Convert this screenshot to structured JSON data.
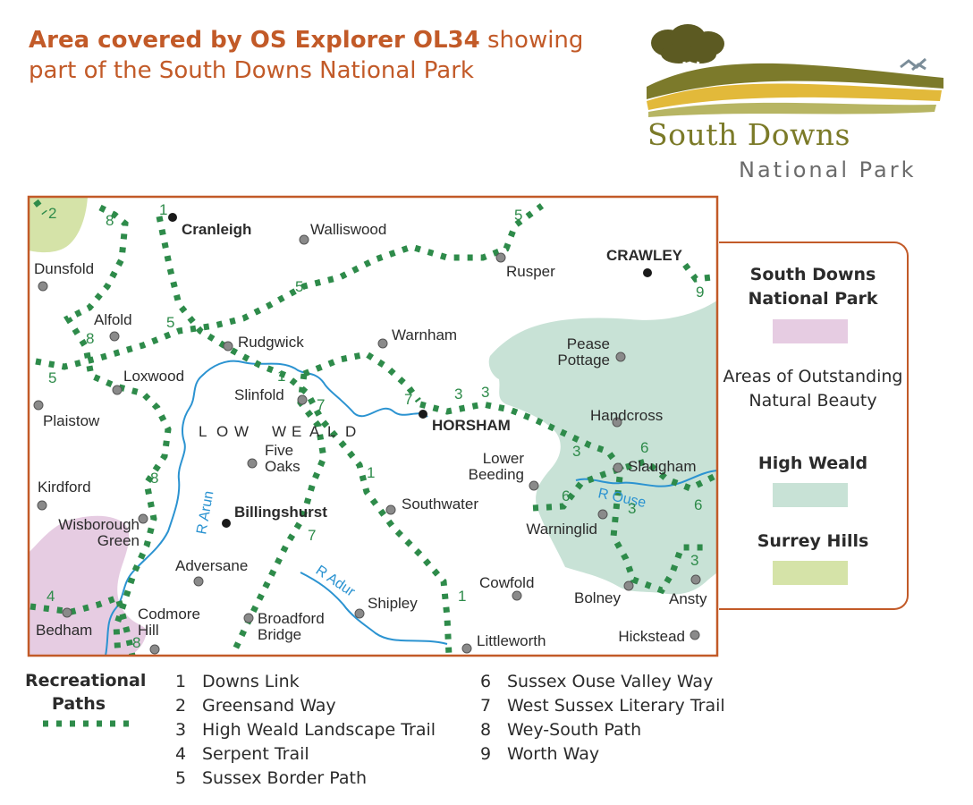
{
  "title": {
    "bold": "Area covered by OS Explorer OL34",
    "rest": " showing part of the South Downs National Park"
  },
  "logo": {
    "name": "South Downs",
    "sub": "National Park"
  },
  "colors": {
    "accent": "#c25a28",
    "route": "#2e8b4a",
    "river": "#2b93d1",
    "national_park": "#e6cce2",
    "high_weald": "#c8e2d6",
    "surrey_hills": "#d5e3a8",
    "town": "#888888"
  },
  "map": {
    "region_label": [
      "L",
      "O",
      "W",
      "",
      "W",
      "E",
      "A",
      "L",
      "D"
    ],
    "towns": [
      {
        "name": "Cranleigh",
        "major": true
      },
      {
        "name": "Walliswood"
      },
      {
        "name": "Dunsfold"
      },
      {
        "name": "Rusper"
      },
      {
        "name": "CRAWLEY",
        "major": true
      },
      {
        "name": "Alfold"
      },
      {
        "name": "Rudgwick"
      },
      {
        "name": "Warnham"
      },
      {
        "name": "Loxwood"
      },
      {
        "name": "Pease Pottage"
      },
      {
        "name": "Slinfold"
      },
      {
        "name": "Plaistow"
      },
      {
        "name": "HORSHAM",
        "major": true
      },
      {
        "name": "Handcross"
      },
      {
        "name": "Five Oaks"
      },
      {
        "name": "Lower Beeding"
      },
      {
        "name": "Slaugham"
      },
      {
        "name": "Kirdford"
      },
      {
        "name": "Billingshurst",
        "major": true
      },
      {
        "name": "Southwater"
      },
      {
        "name": "Warninglid"
      },
      {
        "name": "Wisborough Green"
      },
      {
        "name": "Adversane"
      },
      {
        "name": "Cowfold"
      },
      {
        "name": "Bolney"
      },
      {
        "name": "Ansty"
      },
      {
        "name": "Bedham"
      },
      {
        "name": "Codmore Hill"
      },
      {
        "name": "Broadford Bridge"
      },
      {
        "name": "Shipley"
      },
      {
        "name": "Littleworth"
      },
      {
        "name": "Hickstead"
      }
    ],
    "rivers": [
      "R Arun",
      "R Ouse",
      "R Adur"
    ],
    "route_numbers": [
      "1",
      "2",
      "3",
      "4",
      "5",
      "6",
      "7",
      "8",
      "9"
    ]
  },
  "key": {
    "national_park": "South Downs National Park",
    "aonb_heading": "Areas of Outstanding Natural Beauty",
    "high_weald": "High Weald",
    "surrey_hills": "Surrey Hills"
  },
  "legend": {
    "heading": "Recreational Paths",
    "paths": [
      {
        "num": "1",
        "name": "Downs Link"
      },
      {
        "num": "2",
        "name": "Greensand Way"
      },
      {
        "num": "3",
        "name": "High Weald Landscape Trail"
      },
      {
        "num": "4",
        "name": "Serpent Trail"
      },
      {
        "num": "5",
        "name": "Sussex Border Path"
      },
      {
        "num": "6",
        "name": "Sussex Ouse Valley Way"
      },
      {
        "num": "7",
        "name": "West Sussex Literary Trail"
      },
      {
        "num": "8",
        "name": "Wey-South Path"
      },
      {
        "num": "9",
        "name": "Worth Way"
      }
    ]
  }
}
